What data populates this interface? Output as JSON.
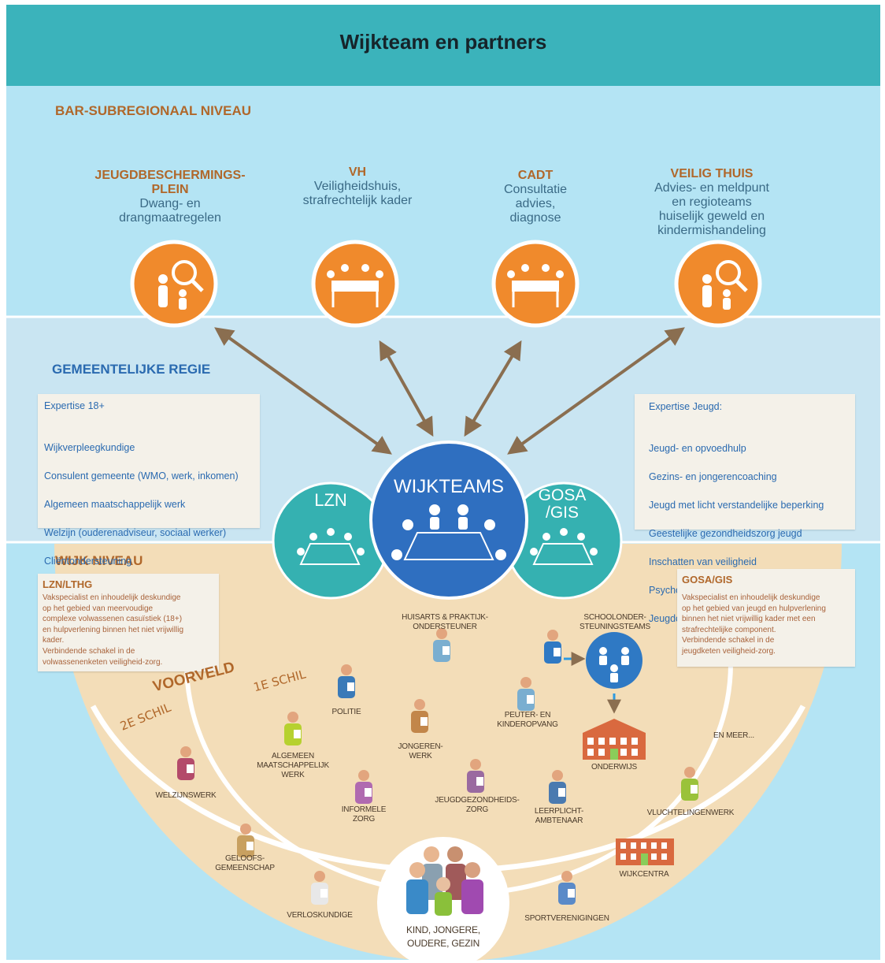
{
  "title": "Wijkteam en partners",
  "levels": {
    "subregional": "BAR-SUBREGIONAAL NIVEAU",
    "municipal": "GEMEENTELIJKE REGIE",
    "district": "WIJK NIVEAU"
  },
  "partners": [
    {
      "heading": "JEUGDBESCHERMINGS-\nPLEIN",
      "sub": "Dwang- en\ndrangmaatregelen",
      "icon": "magnifier-family-icon"
    },
    {
      "heading": "VH",
      "sub": "Veiligheidshuis,\nstrafrechtelijk kader",
      "icon": "meeting-table-icon"
    },
    {
      "heading": "CADT",
      "sub": "Consultatie\nadvies,\ndiagnose",
      "icon": "meeting-table-icon"
    },
    {
      "heading": "VEILIG THUIS",
      "sub": "Advies- en meldpunt\nen regioteams\nhuiselijk geweld en\nkindermishandeling",
      "icon": "magnifier-family-icon"
    }
  ],
  "expertise_left": {
    "heading": "Expertise 18+",
    "items": [
      "Wijkverpleegkundige",
      "Consulent gemeente (WMO, werk, inkomen)",
      "Algemeen maatschappelijk werk",
      "Welzijn (ouderenadviseur, sociaal werker)",
      "Cliëntondersteuning"
    ]
  },
  "expertise_right": {
    "heading": "Expertise Jeugd:",
    "items": [
      "Jeugd- en opvoedhulp",
      "Gezins- en jongerencoaching",
      "Jeugd met licht verstandelijke beperking",
      "Geestelijke gezondheidszorg jeugd",
      "Inschatten van veiligheid",
      "Psychosociale ondersteuning",
      "Jeugdcriminaliteit"
    ]
  },
  "teams": {
    "left": "LZN",
    "center": "WIJKTEAMS",
    "right": "GOSA\n/GIS"
  },
  "lzn_box": {
    "heading": "LZN/LTHG",
    "text": "Vakspecialist en inhoudelijk deskundige\nop het gebied van meervoudige\ncomplexe volwassenen casuïstiek (18+)\nen hulpverlening binnen het niet vrijwillig\nkader.\nVerbindende schakel in de\nvolwassenenketen veiligheid-zorg."
  },
  "gosa_box": {
    "heading": "GOSA/GIS",
    "text": "Vakspecialist en inhoudelijk deskundige\nop het gebied van jeugd en hulpverlening\nbinnen het niet vrijwillig kader met een\nstrafrechtelijke component.\nVerbindende schakel in de\njeugdketen veiligheid-zorg."
  },
  "rings": {
    "voorveld": "VOORVELD",
    "schil1": "1E SCHIL",
    "schil2": "2E SCHIL"
  },
  "actors": [
    {
      "label": "HUISARTS & PRAKTIJK-\nONDERSTEUNER",
      "icon": "doctor-icon",
      "color": "#7aaed0"
    },
    {
      "label": "SCHOOLONDER-\nSTEUNINGSTEAMS",
      "icon": "school-team-icon",
      "color": "#2f79c4"
    },
    {
      "label": "POLITIE",
      "icon": "police-icon",
      "color": "#3a7ab8"
    },
    {
      "label": "PEUTER- EN\nKINDEROPVANG",
      "icon": "child-care-icon",
      "color": "#7aaed0"
    },
    {
      "label": "JONGEREN-\nWERK",
      "icon": "youth-worker-icon",
      "color": "#c2864a"
    },
    {
      "label": "ALGEMEEN\nMAATSCHAPPELIJK\nWERK",
      "icon": "social-worker-icon",
      "color": "#b6d12f"
    },
    {
      "label": "ONDERWIJS",
      "icon": "school-building-icon",
      "color": "#d9693f"
    },
    {
      "label": "EN MEER...",
      "icon": "",
      "color": ""
    },
    {
      "label": "WELZIJNSWERK",
      "icon": "welfare-worker-icon",
      "color": "#b34a6a"
    },
    {
      "label": "INFORMELE\nZORG",
      "icon": "informal-care-icon",
      "color": "#b06ab0"
    },
    {
      "label": "JEUGDGEZONDHEIDS-\nZORG",
      "icon": "youth-health-icon",
      "color": "#9a6aa0"
    },
    {
      "label": "LEERPLICHT-\nAMBTENAAR",
      "icon": "attendance-officer-icon",
      "color": "#4a7ab0"
    },
    {
      "label": "VLUCHTELINGENWERK",
      "icon": "refugee-worker-icon",
      "color": "#9ac23a"
    },
    {
      "label": "GELOOFS-\nGEMEENSCHAP",
      "icon": "faith-community-icon",
      "color": "#c8a060"
    },
    {
      "label": "WIJKCENTRA",
      "icon": "community-center-icon",
      "color": "#d9693f"
    },
    {
      "label": "VERLOSKUNDIGE",
      "icon": "midwife-icon",
      "color": "#e8e8e8"
    },
    {
      "label": "SPORTVERENIGINGEN",
      "icon": "sports-club-icon",
      "color": "#5a8ac8"
    }
  ],
  "center_group": {
    "label": "KIND, JONGERE,\nOUDERE, GEZIN",
    "icon": "family-group-icon"
  },
  "colors": {
    "teal": "#3bb3bb",
    "orange": "#f08a2c",
    "blue": "#2f6fc0",
    "teal_circle": "#35b1b1",
    "sand": "#f3ddb8",
    "arrow": "#8a6e50"
  }
}
